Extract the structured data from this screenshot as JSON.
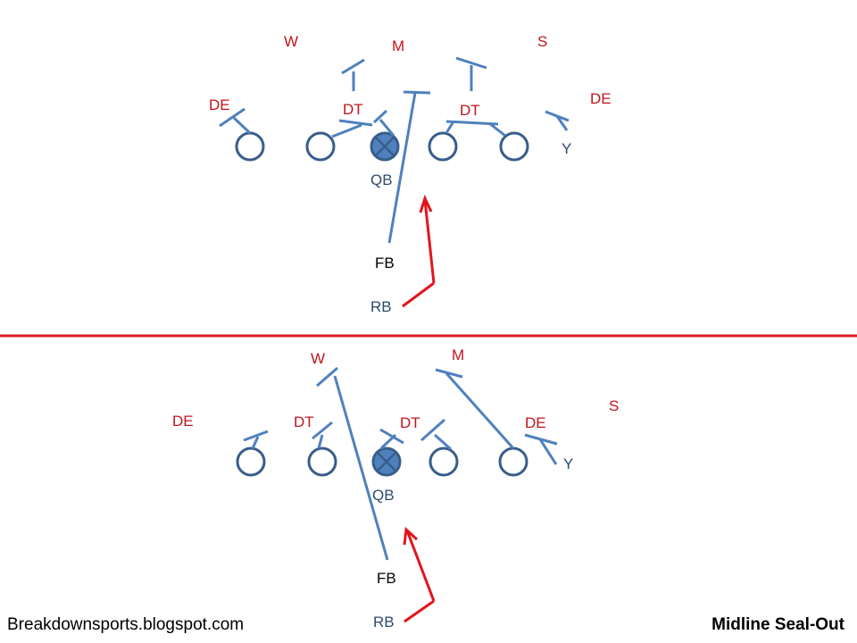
{
  "colors": {
    "defense": "#c0141c",
    "offense_label": "#2e4a6e",
    "block_line": "#4f81bd",
    "player_stroke": "#385d8a",
    "qb_fill": "#4f81bd",
    "path_red": "#e3141c",
    "divider": "#e01b24"
  },
  "footer": {
    "site": "Breakdownsports.blogspot.com",
    "play_name": "Midline Seal-Out"
  },
  "top": {
    "defense": {
      "w": "W",
      "m": "M",
      "s": "S",
      "de_left": "DE",
      "dt_left": "DT",
      "dt_right": "DT",
      "de_right": "DE"
    },
    "offense": {
      "qb": "QB",
      "fb": "FB",
      "rb": "RB",
      "y": "Y"
    }
  },
  "bottom": {
    "defense": {
      "w": "W",
      "m": "M",
      "s": "S",
      "de_left": "DE",
      "dt_left": "DT",
      "dt_right": "DT",
      "de_right": "DE"
    },
    "offense": {
      "qb": "QB",
      "fb": "FB",
      "rb": "RB",
      "y": "Y"
    }
  }
}
